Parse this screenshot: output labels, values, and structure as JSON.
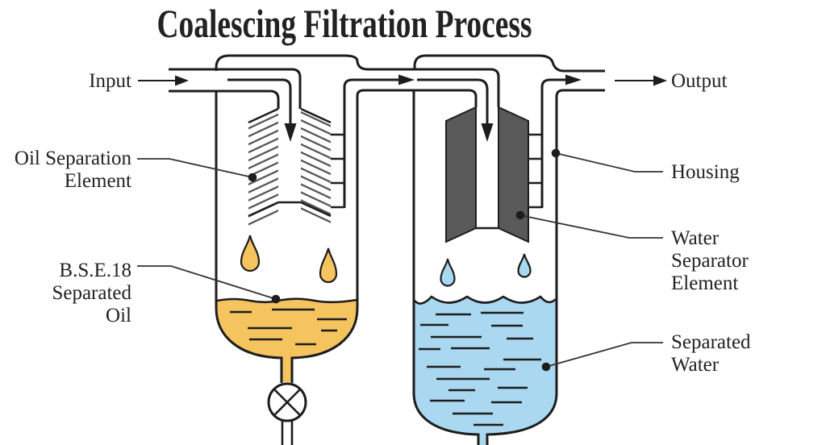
{
  "title": "Coalescing Filtration Process",
  "labels": {
    "input": "Input",
    "output": "Output",
    "oil_separation_element": [
      "Oil Separation",
      "Element"
    ],
    "separated_oil": [
      "B.S.E.18",
      "Separated",
      "Oil"
    ],
    "housing": "Housing",
    "water_separator_element": [
      "Water",
      "Separator",
      "Element"
    ],
    "separated_water": [
      "Separated",
      "Water"
    ]
  },
  "icons": {
    "input_flow_arrow": "right-arrow",
    "transfer_flow_arrow": "right-arrow",
    "output_flow_arrow": "right-arrow",
    "oil_channel_down_arrow": "down-arrow",
    "water_channel_down_arrow": "down-arrow",
    "drain_valve": "circle-with-x",
    "oil_droplet": "teardrop",
    "water_droplet": "teardrop",
    "leader_dot": "filled-circle"
  },
  "colors": {
    "background": "#ffffff",
    "line": "#1d1d1d",
    "text": "#222222",
    "oil": "#f5c45e",
    "water": "#aad8f0",
    "element": "#595959",
    "hatch": "#4e4e4e",
    "leader": "#333333"
  }
}
